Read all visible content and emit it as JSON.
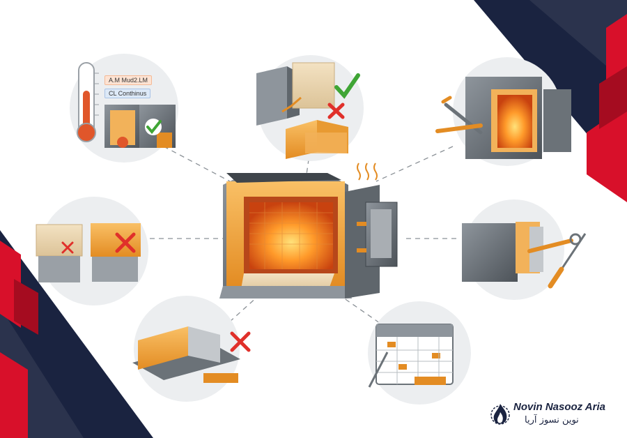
{
  "labels": {
    "bubble_top_left_1": "A.M Mud2.LM",
    "bubble_top_left_2": "CL Conthinus"
  },
  "brand": {
    "name_en": "Novin Nasooz Aria",
    "name_fa": "نوین نسوز آریا"
  },
  "icons": [
    "thermometer-icon",
    "check-icon",
    "cross-icon",
    "wrench-icon",
    "screwdriver-icon",
    "calendar-icon",
    "flame-logo-icon"
  ],
  "colors": {
    "accent_red": "#d8102a",
    "dark_navy": "#1a2340",
    "brick_orange": "#f2a33a",
    "check_green": "#3fa535",
    "cross_red": "#e0302a"
  }
}
